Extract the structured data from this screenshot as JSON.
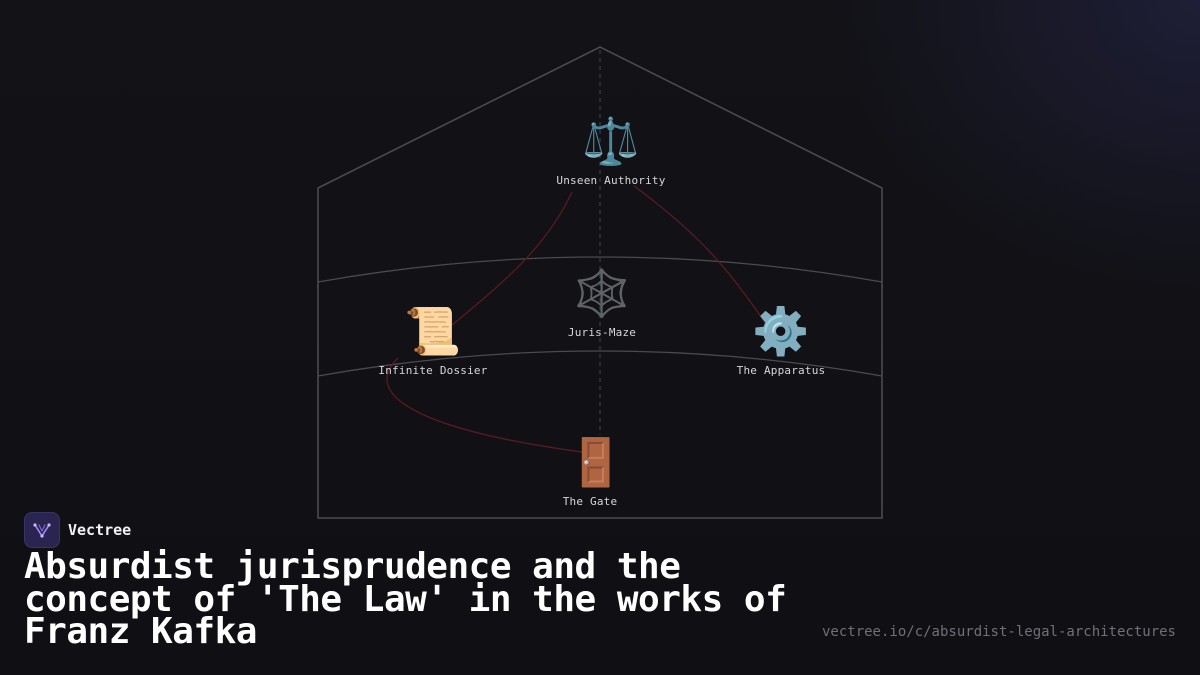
{
  "brand": {
    "name": "Vectree",
    "accent_color": "#2a2450",
    "logo_icon": "vectree-logo-icon"
  },
  "title": "Absurdist jurisprudence and the concept of 'The Law' in the works of Franz Kafka",
  "url": "vectree.io/c/absurdist-legal-architectures",
  "diagram": {
    "outline_color": "#4a4a50",
    "edge_color": "#5a1a1e",
    "nodes": [
      {
        "id": "unseen-authority",
        "icon": "⚖️",
        "icon_name": "scales-icon",
        "label": "Unseen Authority"
      },
      {
        "id": "juris-maze",
        "icon": "🕸️",
        "icon_name": "spider-web-icon",
        "label": "Juris-Maze"
      },
      {
        "id": "infinite-dossier",
        "icon": "📜",
        "icon_name": "scroll-icon",
        "label": "Infinite Dossier"
      },
      {
        "id": "the-apparatus",
        "icon": "⚙️",
        "icon_name": "gear-icon",
        "label": "The Apparatus"
      },
      {
        "id": "the-gate",
        "icon": "🚪",
        "icon_name": "door-icon",
        "label": "The Gate"
      }
    ],
    "edges": [
      {
        "from": "unseen-authority",
        "to": "infinite-dossier"
      },
      {
        "from": "unseen-authority",
        "to": "the-apparatus"
      },
      {
        "from": "infinite-dossier",
        "to": "the-gate"
      }
    ]
  }
}
